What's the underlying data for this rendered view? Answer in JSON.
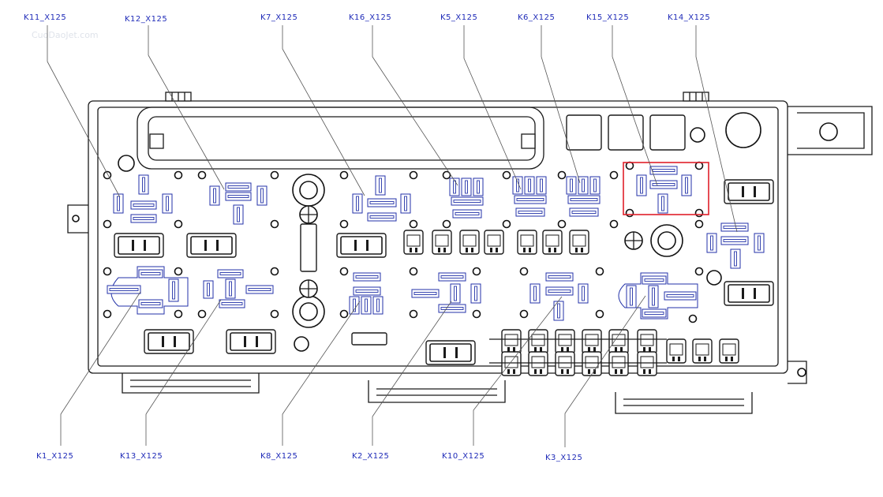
{
  "watermark": "CuoDaoJet.com",
  "relay_labels": [
    {
      "id": "K11",
      "text": "K11_X125"
    },
    {
      "id": "K12",
      "text": "K12_X125"
    },
    {
      "id": "K7",
      "text": "K7_X125"
    },
    {
      "id": "K16",
      "text": "K16_X125"
    },
    {
      "id": "K5",
      "text": "K5_X125"
    },
    {
      "id": "K6",
      "text": "K6_X125"
    },
    {
      "id": "K15",
      "text": "K15_X125"
    },
    {
      "id": "K14",
      "text": "K14_X125"
    },
    {
      "id": "K1",
      "text": "K1_X125"
    },
    {
      "id": "K13",
      "text": "K13_X125"
    },
    {
      "id": "K8",
      "text": "K8_X125"
    },
    {
      "id": "K2",
      "text": "K2_X125"
    },
    {
      "id": "K10",
      "text": "K10_X125"
    },
    {
      "id": "K3",
      "text": "K3_X125"
    }
  ],
  "colors": {
    "label": "#1f2bb8",
    "relay_outline": "#2332a8",
    "highlight": "#e0202a",
    "body": "#1a1a1a"
  },
  "highlighted_relay": "K15"
}
